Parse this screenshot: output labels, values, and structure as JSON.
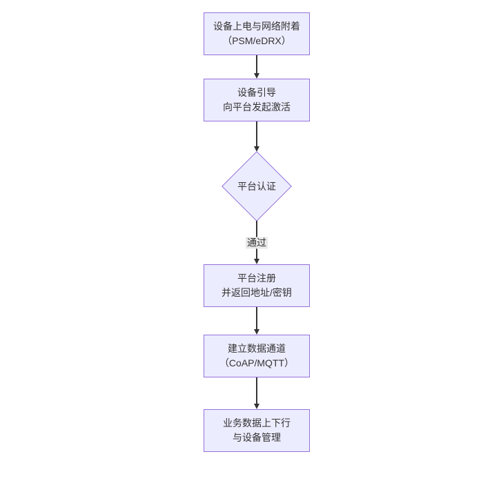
{
  "diagram": {
    "type": "flowchart",
    "direction": "top-down",
    "colors": {
      "background": "#ffffff",
      "node_fill": "#ECECFF",
      "node_border": "#9370DB",
      "text": "#333333",
      "arrow": "#333333",
      "edge_label_bg": "#e8e8e8"
    },
    "nodes": [
      {
        "id": "power-attach",
        "shape": "rect",
        "lines": [
          "设备上电与网络附着",
          "（PSM/eDRX）"
        ]
      },
      {
        "id": "bootstrap",
        "shape": "rect",
        "lines": [
          "设备引导",
          "向平台发起激活"
        ]
      },
      {
        "id": "auth",
        "shape": "diamond",
        "lines": [
          "平台认证"
        ]
      },
      {
        "id": "register",
        "shape": "rect",
        "lines": [
          "平台注册",
          "并返回地址/密钥"
        ]
      },
      {
        "id": "channel",
        "shape": "rect",
        "lines": [
          "建立数据通道",
          "（CoAP/MQTT）"
        ]
      },
      {
        "id": "business",
        "shape": "rect",
        "lines": [
          "业务数据上下行",
          "与设备管理"
        ]
      }
    ],
    "edges": [
      {
        "from": "power-attach",
        "to": "bootstrap",
        "label": ""
      },
      {
        "from": "bootstrap",
        "to": "auth",
        "label": ""
      },
      {
        "from": "auth",
        "to": "register",
        "label": "通过"
      },
      {
        "from": "register",
        "to": "channel",
        "label": ""
      },
      {
        "from": "channel",
        "to": "business",
        "label": ""
      }
    ]
  }
}
